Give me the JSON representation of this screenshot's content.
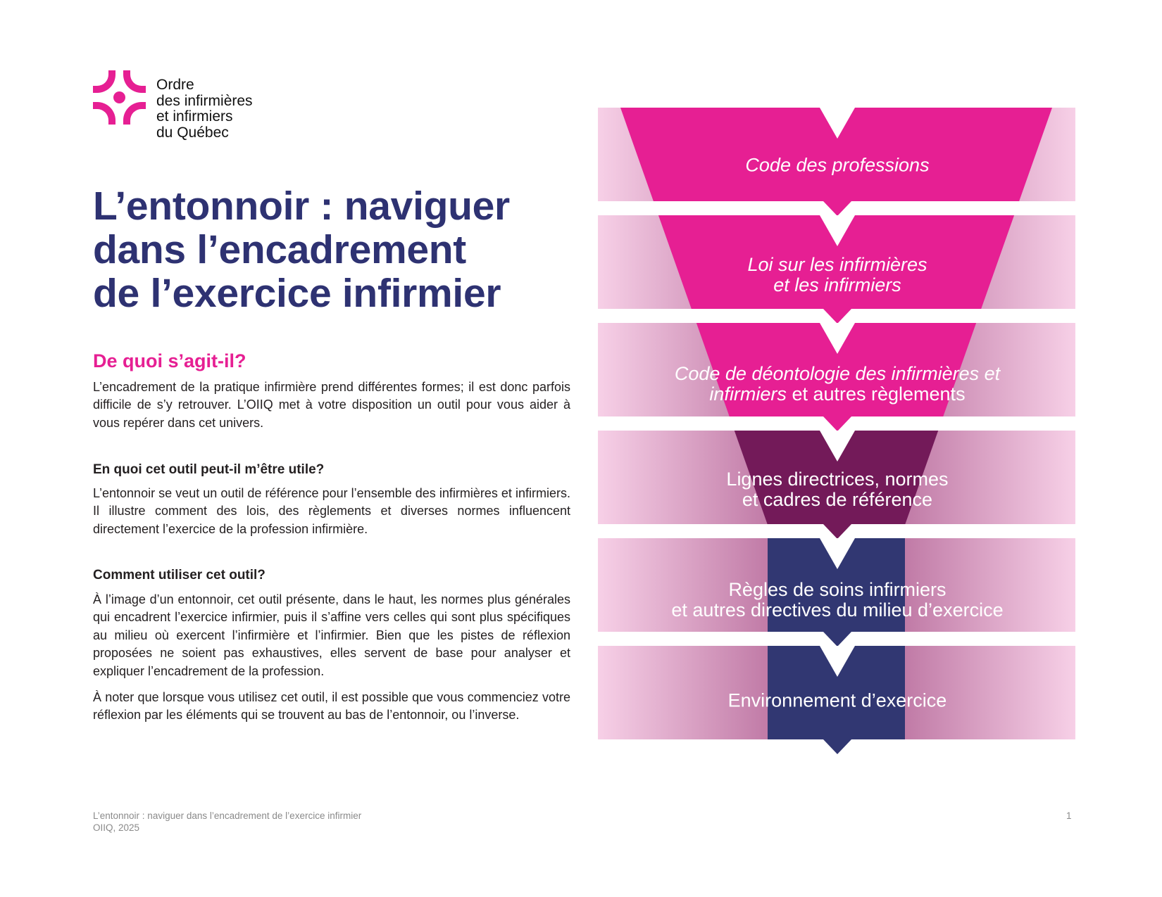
{
  "logo": {
    "lines": [
      "Ordre",
      "des infirmières",
      "et infirmiers",
      "du Québec"
    ],
    "color": "#e61f93"
  },
  "title": {
    "lines": [
      "L’entonnoir : naviguer",
      "dans l’encadrement",
      "de l’exercice infirmier"
    ]
  },
  "section1": {
    "heading": "De quoi s’agit-il?",
    "text": "L’encadrement de la pratique infirmière prend différentes formes; il est donc parfois difficile de s’y retrouver. L’OIIQ met à votre disposition un outil pour vous aider à vous repérer dans cet univers."
  },
  "section2": {
    "heading": "En quoi cet outil peut-il m’être utile?",
    "text": "L’entonnoir se veut un outil de référence pour l’ensemble des infirmières et infirmiers. Il illustre comment des lois, des règlements et diverses normes influencent directement l’exercice de la profession infirmière."
  },
  "section3": {
    "heading": "Comment utiliser cet outil?",
    "text1": "À l’image d’un entonnoir, cet outil présente, dans le haut, les normes plus générales qui encadrent l’exercice infirmier, puis il s’affine vers celles qui sont plus spécifiques au milieu où exercent l’infirmière et l’infirmier. Bien que les pistes de réflexion proposées ne soient pas exhaustives, elles servent de base pour analyser et expliquer l’encadrement de la profession.",
    "text2": "À noter que lorsque vous utilisez cet outil, il est possible que vous commenciez votre réflexion par les éléments qui se trouvent au bas de l’entonnoir, ou l’inverse."
  },
  "funnel": {
    "levels": [
      {
        "line1": "Code des professions",
        "color": "#e61f93"
      },
      {
        "line1": "Loi sur les infirmières",
        "line2": "et les infirmiers",
        "color": "#e61f93"
      },
      {
        "italic1": "Code de déontologie des infirmières et",
        "italic2": "infirmiers",
        "regular2": " et autres règlements",
        "color": "#e61f93"
      },
      {
        "line1": "Lignes directrices, normes",
        "line2": "et cadres de référence",
        "color": "#731a59"
      },
      {
        "line1": "Règles de soins infirmiers",
        "line2": "et autres directives du milieu d’exercice",
        "color": "#313772"
      },
      {
        "line1": "Environnement d’exercice",
        "color": "#313772"
      }
    ]
  },
  "footer": {
    "doc_title": "L’entonnoir : naviguer dans l’encadrement de l’exercice infirmier",
    "org_year": "OIIQ, 2025",
    "page_number": "1"
  }
}
